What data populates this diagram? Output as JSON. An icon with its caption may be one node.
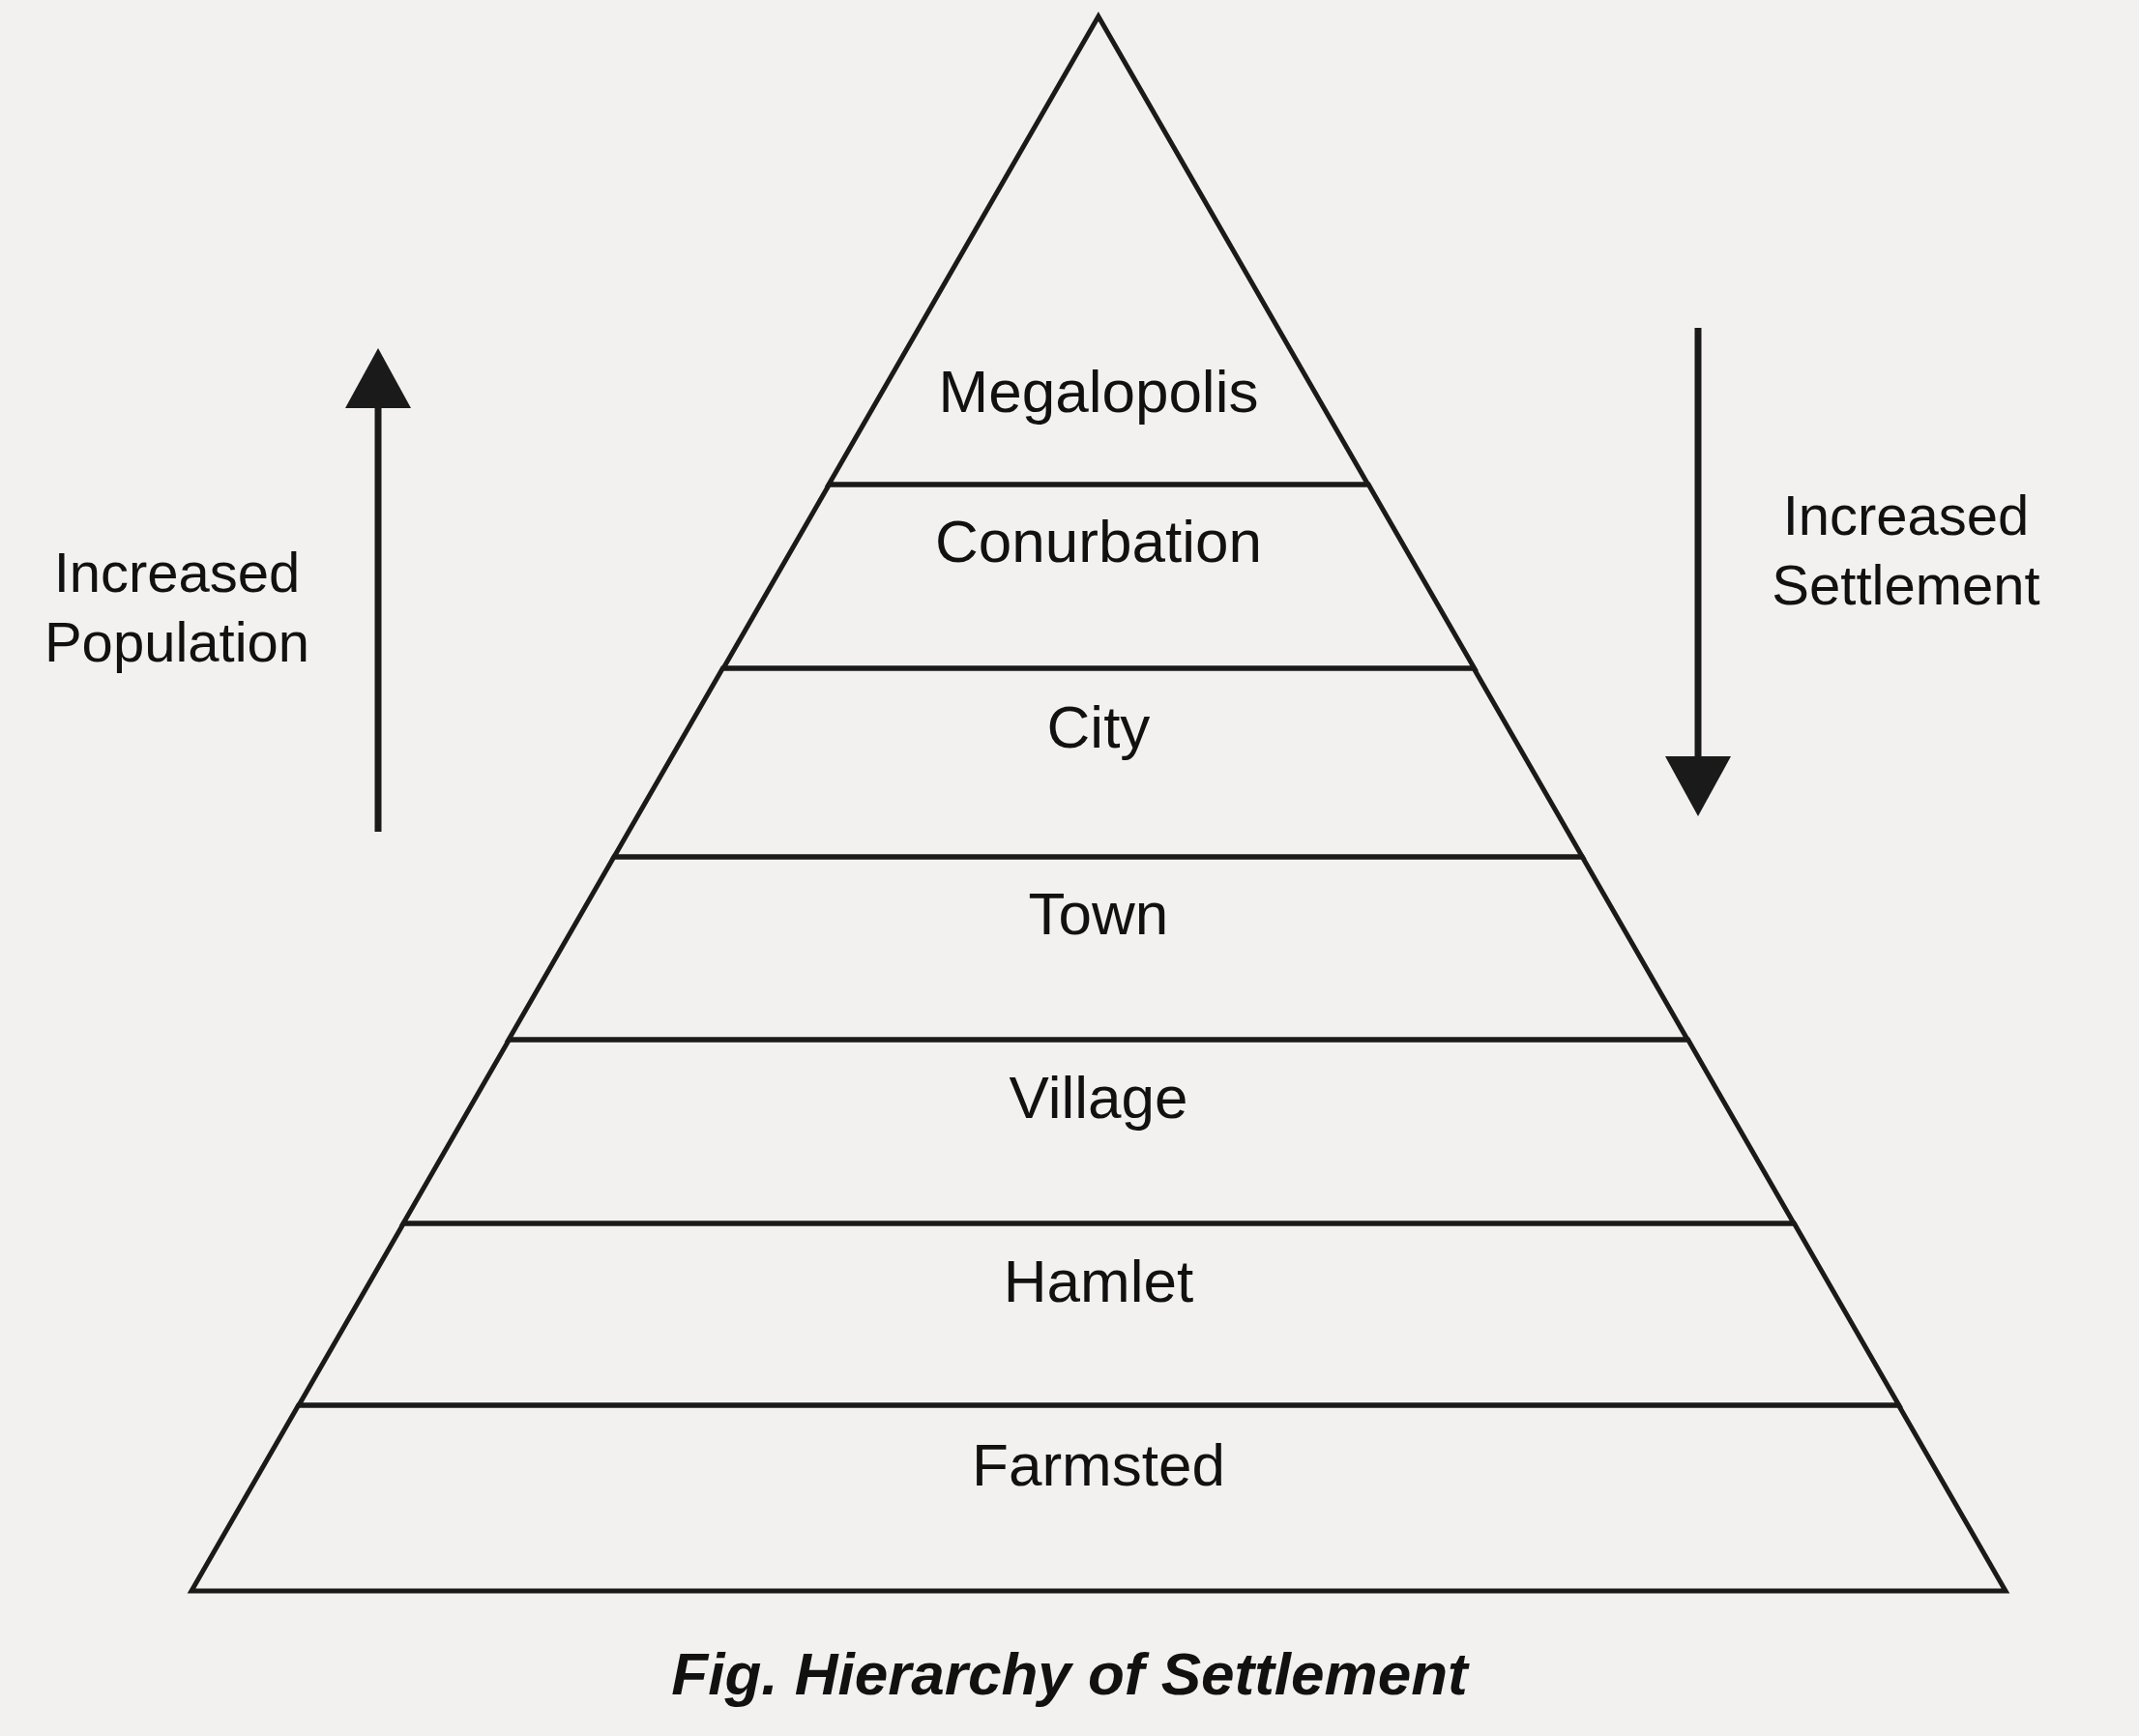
{
  "diagram": {
    "caption": "Fig. Hierarchy of Settlement",
    "nodes": [
      {
        "text": [
          "Megalopolis"
        ]
      },
      {
        "text": [
          "Conurbation"
        ]
      },
      {
        "text": [
          "City"
        ]
      },
      {
        "text": [
          "Town"
        ]
      },
      {
        "text": [
          "Village"
        ]
      },
      {
        "text": [
          "Hamlet"
        ]
      },
      {
        "text": [
          "Farmsted"
        ]
      }
    ],
    "edges": [],
    "labels": [
      "Increased Population",
      "Increased Settlement"
    ]
  }
}
